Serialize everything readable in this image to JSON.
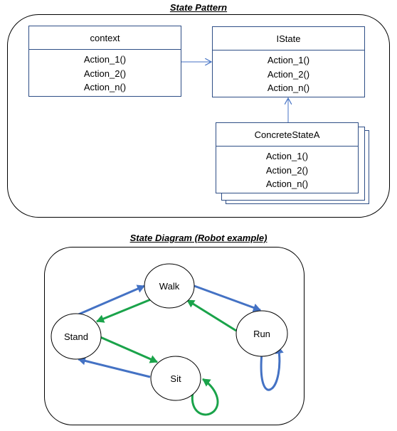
{
  "pattern": {
    "title": "State Pattern",
    "context": {
      "name": "context",
      "methods": [
        "Action_1()",
        "Action_2()",
        "Action_n()"
      ]
    },
    "istate": {
      "name": "IState",
      "methods": [
        "Action_1()",
        "Action_2()",
        "Action_n()"
      ]
    },
    "concrete": {
      "name": "ConcreteStateA",
      "methods": [
        "Action_1()",
        "Action_2()",
        "Action_n()"
      ]
    }
  },
  "diagram": {
    "title": "State Diagram (Robot example)",
    "states": [
      "Walk",
      "Stand",
      "Run",
      "Sit"
    ],
    "colors": {
      "blue": "#4472c4",
      "green": "#1aa34a",
      "line": "#2e4e86"
    }
  }
}
